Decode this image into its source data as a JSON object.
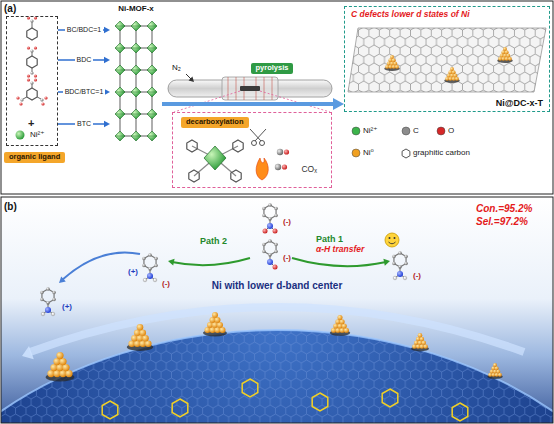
{
  "diagram": {
    "nodes": [
      {
        "text": [
          "+",
          "Ni²⁺"
        ]
      },
      {
        "text": [
          "organic ligand"
        ]
      },
      {
        "text": [
          "Ni-MOF-x"
        ]
      },
      {
        "text": [
          "pyrolysis"
        ]
      },
      {
        "text": [
          "COₓ"
        ]
      },
      {
        "text": [
          "decarboxylation"
        ],
        "in": 4
      },
      {
        "text": [
          "C defects lower d states of Ni",
          "Ni@DC-x-T"
        ]
      }
    ],
    "edges": [
      {
        "from": 0,
        "to": 2,
        "arrow": "to",
        "label": "BC/BDC=1"
      },
      {
        "from": 0,
        "to": 2,
        "arrow": "to",
        "label": "BDC"
      },
      {
        "from": 0,
        "to": 2,
        "arrow": "to",
        "label": "BDC/BTC=1"
      },
      {
        "from": 0,
        "to": 2,
        "arrow": "to",
        "label": "BTC"
      },
      {
        "from": 2,
        "to": 6,
        "arrow": "to"
      }
    ],
    "labels": [
      "(a)",
      "N₂",
      "(b)",
      "Con.=95.2%",
      "Sel.=97.2%",
      "Path 2",
      "Path 1",
      "α-H transfer",
      "Ni with lower d-band center",
      "(-)",
      "(-)",
      "(-)",
      "(+)",
      "(+)",
      "(-)"
    ],
    "legend": [
      {
        "text": "Ni²⁺",
        "color": "#3cb44b"
      },
      {
        "text": "C",
        "color": "#8c8c8c"
      },
      {
        "text": "O",
        "color": "#d62728"
      },
      {
        "text": "Ni⁰",
        "color": "#f0a020"
      },
      {
        "text": "graphitic carbon"
      }
    ]
  }
}
